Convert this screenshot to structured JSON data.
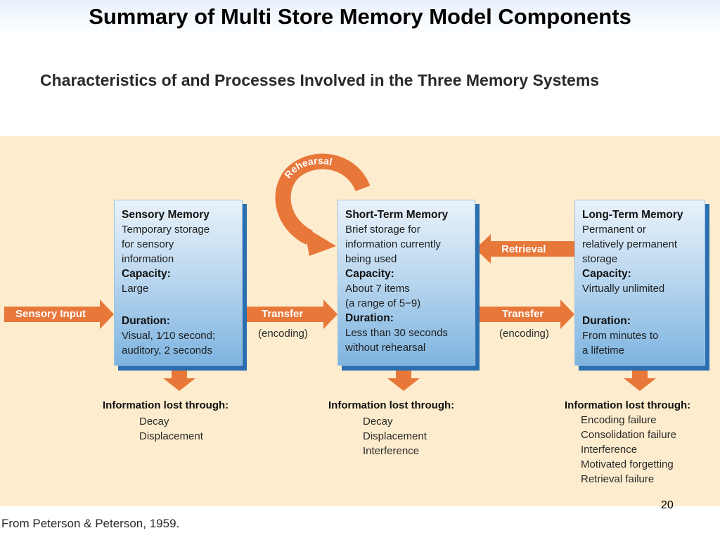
{
  "slide_title": "Summary of Multi Store Memory Model Components",
  "subtitle": "Characteristics of and Processes Involved in the Three Memory Systems",
  "sensory": {
    "heading": "Sensory Memory",
    "desc": [
      "Temporary storage",
      "for sensory",
      "information"
    ],
    "capacity_label": "Capacity:",
    "capacity": [
      "Large"
    ],
    "duration_label": "Duration:",
    "duration": [
      "Visual, 1⁄10 second;",
      "auditory, 2 seconds"
    ]
  },
  "short_term": {
    "heading": "Short-Term Memory",
    "desc": [
      "Brief storage for",
      "information currently",
      "being used"
    ],
    "capacity_label": "Capacity:",
    "capacity": [
      "About 7 items",
      "(a range of 5−9)"
    ],
    "duration_label": "Duration:",
    "duration": [
      "Less than 30 seconds",
      "without rehearsal"
    ]
  },
  "long_term": {
    "heading": "Long-Term Memory",
    "desc": [
      "Permanent or",
      "relatively permanent",
      "storage"
    ],
    "capacity_label": "Capacity:",
    "capacity": [
      "Virtually unlimited"
    ],
    "duration_label": "Duration:",
    "duration": [
      "From minutes to",
      "a lifetime"
    ]
  },
  "arrows": {
    "sensory_input": "Sensory Input",
    "transfer1": "Transfer",
    "encoding1": "(encoding)",
    "transfer2": "Transfer",
    "encoding2": "(encoding)",
    "retrieval": "Retrieval",
    "rehearsal": "Rehearsal"
  },
  "lost": {
    "sensory": {
      "heading": "Information lost through:",
      "items": [
        "Decay",
        "Displacement"
      ]
    },
    "short_term": {
      "heading": "Information lost through:",
      "items": [
        "Decay",
        "Displacement",
        "Interference"
      ]
    },
    "long_term": {
      "heading": "Information lost through:",
      "items": [
        "Encoding failure",
        "Consolidation failure",
        "Interference",
        "Motivated forgetting",
        "Retrieval failure"
      ]
    }
  },
  "page_number": "20",
  "source": "From Peterson & Peterson, 1959.",
  "colors": {
    "panel": "#fdeccd",
    "arrow": "#e8773a",
    "box_top": "#e9f2fb",
    "box_bottom": "#7eb4e0",
    "box_shadow": "#2b6fb0"
  }
}
